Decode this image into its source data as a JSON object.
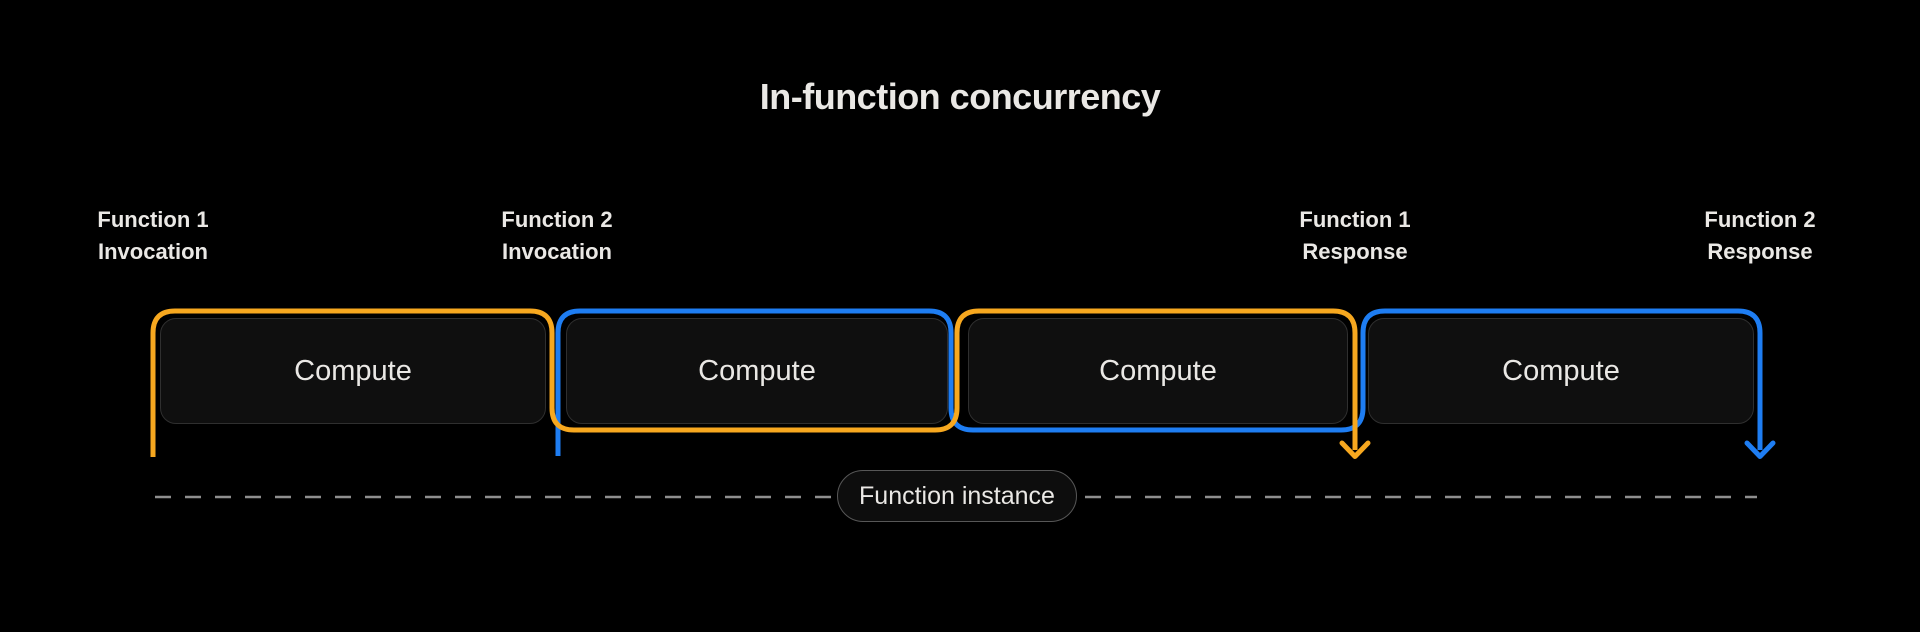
{
  "title": "In-function concurrency",
  "colors": {
    "background": "#000000",
    "orange": "#f7a81f",
    "blue": "#1e7df2",
    "box_fill": "#0f0f0f",
    "box_border": "#2f2f2f",
    "text": "#eae8e5",
    "dashed_line": "#8f8f8f",
    "pill_fill": "#0d0d0d",
    "pill_border": "#575757"
  },
  "markers": [
    {
      "line1": "Function 1",
      "line2": "Invocation"
    },
    {
      "line1": "Function 2",
      "line2": "Invocation"
    },
    {
      "line1": "Function 1",
      "line2": "Response"
    },
    {
      "line1": "Function 2",
      "line2": "Response"
    }
  ],
  "boxes": [
    {
      "label": "Compute"
    },
    {
      "label": "Compute"
    },
    {
      "label": "Compute"
    },
    {
      "label": "Compute"
    }
  ],
  "timeline": {
    "pill_label": "Function instance"
  }
}
